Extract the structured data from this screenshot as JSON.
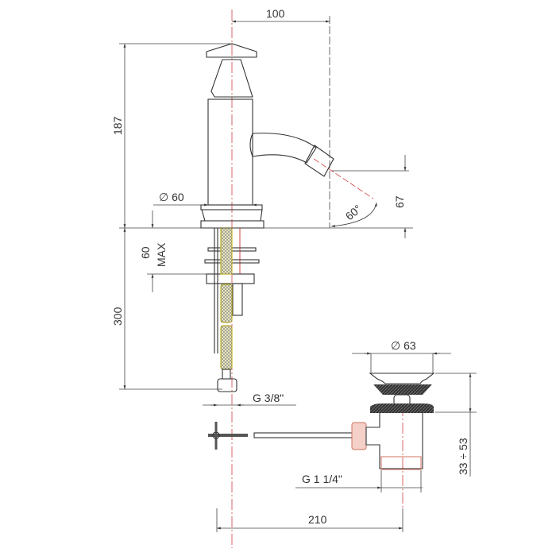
{
  "title": "Bidet mixer with pop-up waste – technical dimension drawing",
  "dimensions": {
    "spout_reach": "100",
    "total_height": "187",
    "base_diameter": "∅ 60",
    "spout_height": "67",
    "spray_angle": "60°",
    "deck_thickness_value": "60",
    "deck_thickness_suffix": "MAX",
    "hose_length": "300",
    "hose_connection": "G 3/8\"",
    "waste_diameter": "∅ 63",
    "waste_adjust": "33 ÷ 53",
    "waste_thread": "G 1 1/4\"",
    "waste_distance": "210"
  },
  "colors": {
    "line": "#333333",
    "centerline": "#d04040",
    "hose": "#c8b820",
    "accent": "#d07060"
  }
}
